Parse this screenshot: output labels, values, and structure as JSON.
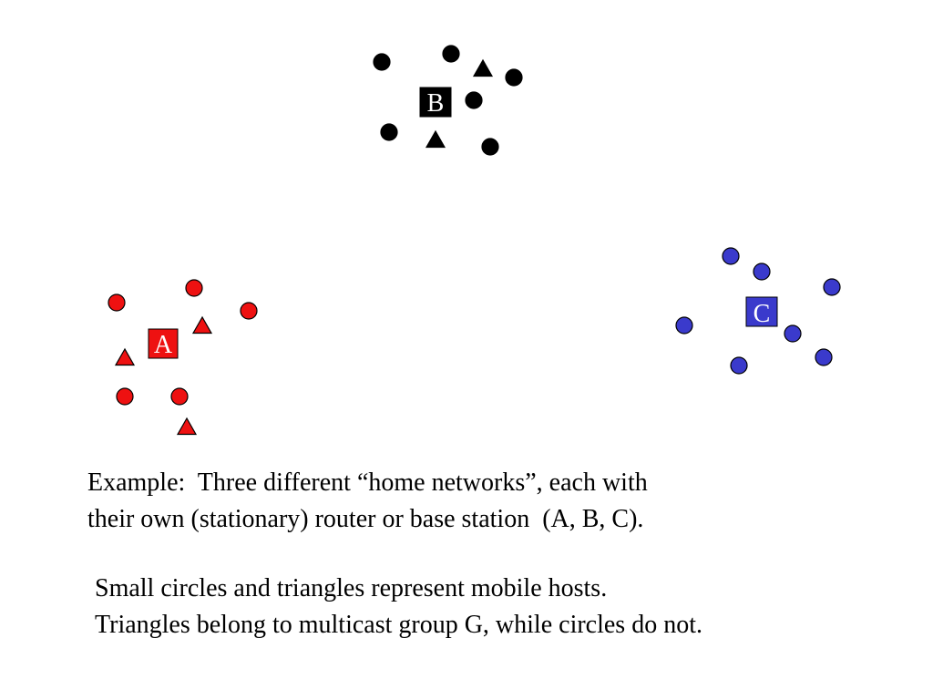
{
  "networks": [
    {
      "router_label": "A",
      "color": "#ee1111",
      "hosts": [
        {
          "shape": "circle"
        },
        {
          "shape": "circle"
        },
        {
          "shape": "circle"
        },
        {
          "shape": "triangle"
        },
        {
          "shape": "triangle"
        },
        {
          "shape": "circle"
        },
        {
          "shape": "circle"
        },
        {
          "shape": "triangle"
        }
      ]
    },
    {
      "router_label": "B",
      "color": "#000000",
      "hosts": [
        {
          "shape": "circle"
        },
        {
          "shape": "circle"
        },
        {
          "shape": "triangle"
        },
        {
          "shape": "circle"
        },
        {
          "shape": "circle"
        },
        {
          "shape": "circle"
        },
        {
          "shape": "triangle"
        },
        {
          "shape": "circle"
        }
      ]
    },
    {
      "router_label": "C",
      "color": "#3a3acc",
      "hosts": [
        {
          "shape": "circle"
        },
        {
          "shape": "circle"
        },
        {
          "shape": "circle"
        },
        {
          "shape": "circle"
        },
        {
          "shape": "circle"
        },
        {
          "shape": "circle"
        },
        {
          "shape": "circle"
        }
      ]
    }
  ],
  "caption_example": {
    "line1": "Example:  Three different “home networks”, each with",
    "line2": "their own (stationary) router or base station  (A, B, C)."
  },
  "caption_legend": {
    "line1": "Small circles and triangles represent mobile hosts.",
    "line2": "Triangles belong to multicast group G, while circles do not."
  }
}
